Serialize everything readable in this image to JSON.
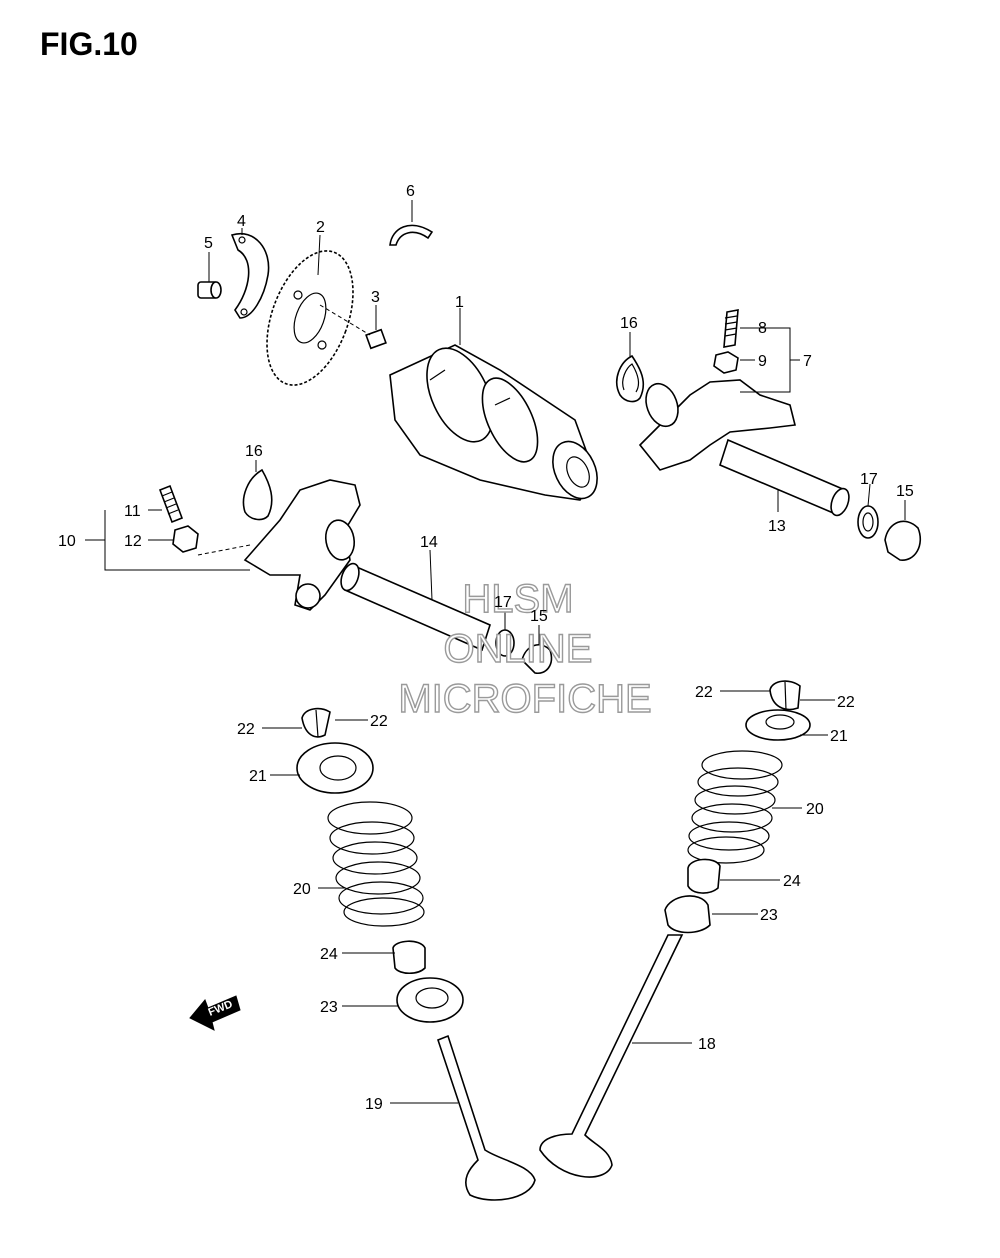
{
  "title": "FIG.10",
  "watermark": [
    "HLSM",
    "ONLINE",
    "MICROFICHE"
  ],
  "fwd_label": "FWD",
  "callouts": [
    "1",
    "2",
    "3",
    "4",
    "5",
    "6",
    "7",
    "8",
    "9",
    "10",
    "11",
    "12",
    "13",
    "14",
    "15",
    "16",
    "16",
    "17",
    "17",
    "15",
    "18",
    "19",
    "20",
    "20",
    "21",
    "21",
    "22",
    "22",
    "22",
    "22",
    "23",
    "23",
    "24",
    "24"
  ]
}
